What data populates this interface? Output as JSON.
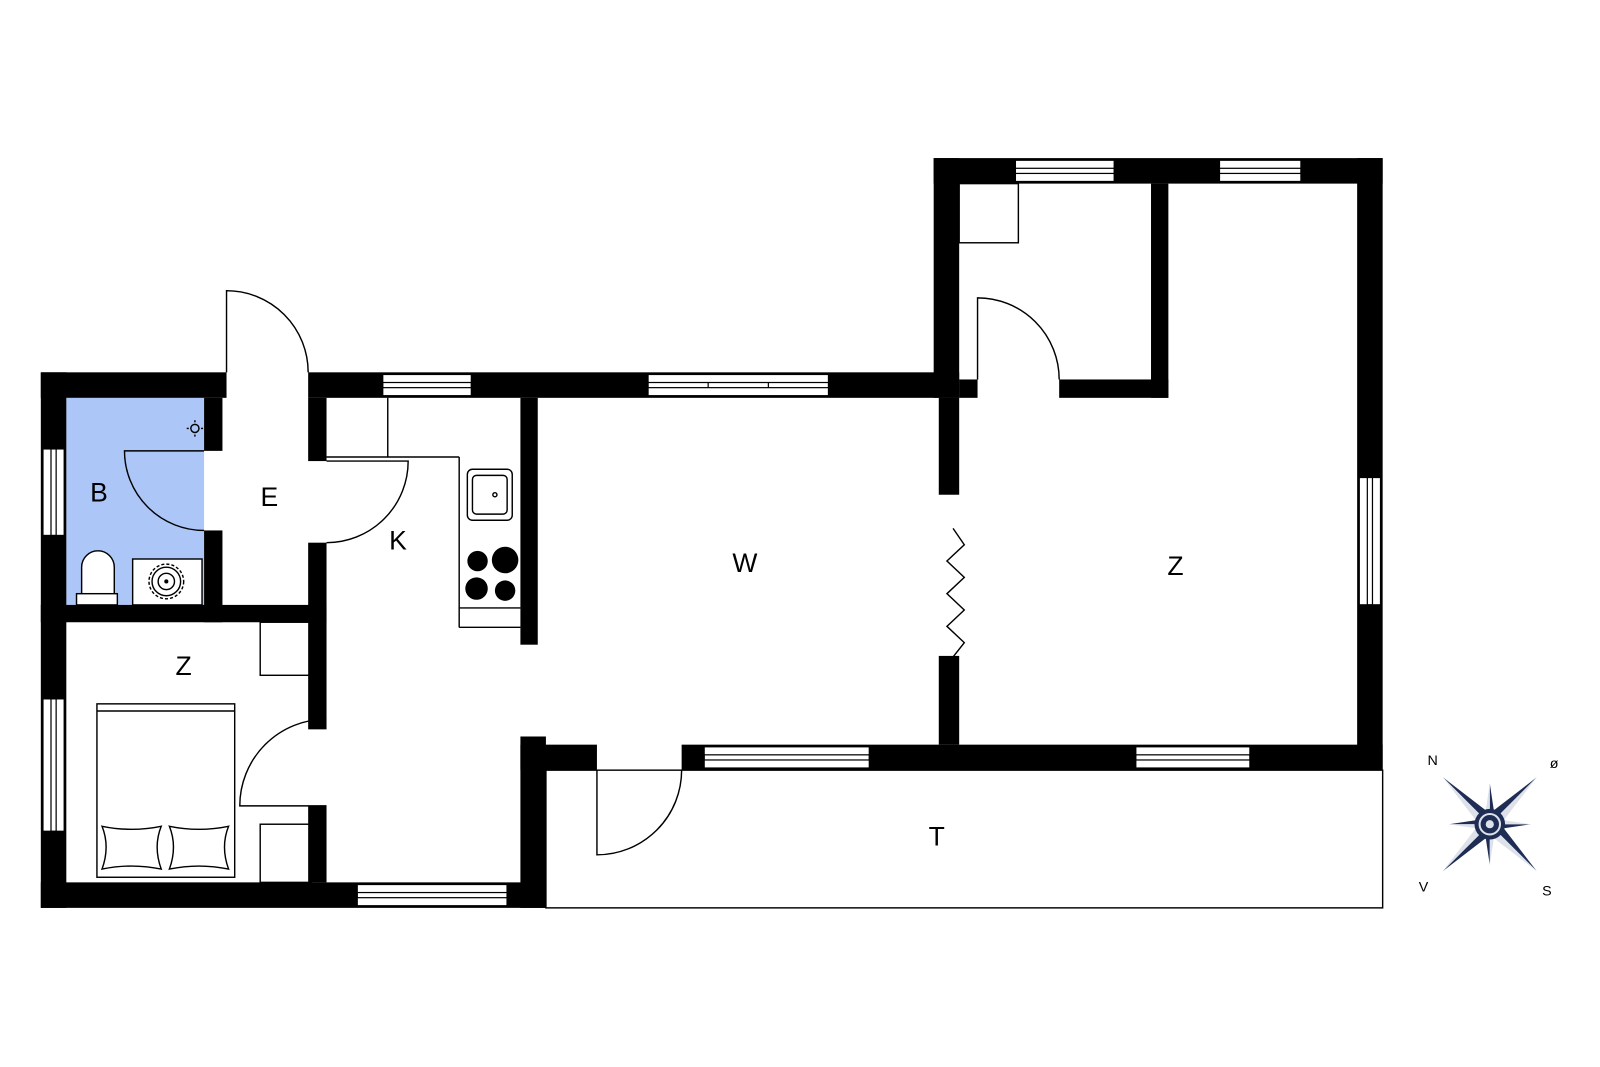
{
  "rooms": {
    "bathroom": "B",
    "entrance": "E",
    "kitchen": "K",
    "living": "W",
    "bedroom_right": "Z",
    "bedroom_left": "Z",
    "terrace": "T"
  },
  "compass": {
    "north": "N",
    "east": "ø",
    "west": "V",
    "south": "S"
  },
  "colors": {
    "walls": "#000000",
    "bathroom_fill": "#abc6f7",
    "compass_dark": "#1f2d55",
    "compass_light": "#dde1ea"
  }
}
